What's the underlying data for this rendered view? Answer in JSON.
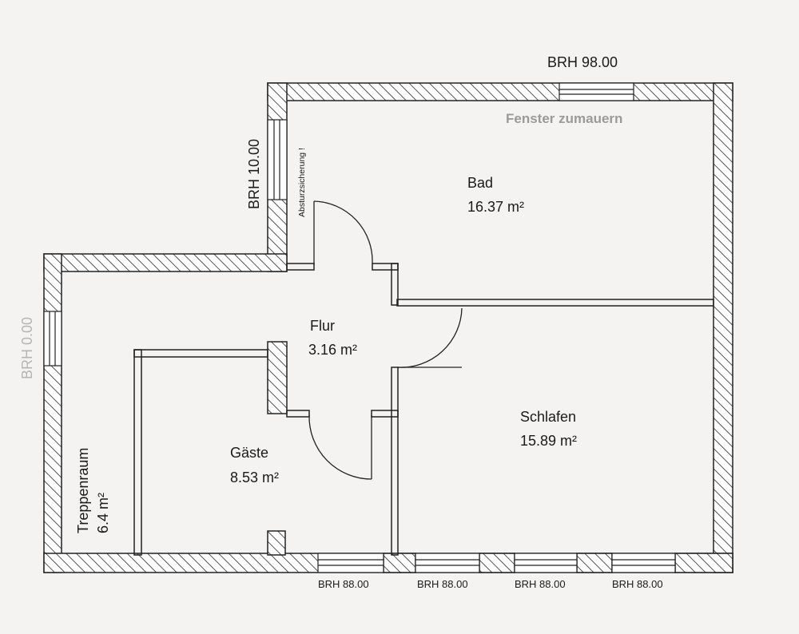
{
  "rooms": {
    "bad": {
      "name": "Bad",
      "area": "16.37 m²"
    },
    "flur": {
      "name": "Flur",
      "area": "3.16 m²"
    },
    "schlafen": {
      "name": "Schlafen",
      "area": "15.89 m²"
    },
    "gaeste": {
      "name": "Gäste",
      "area": "8.53 m²"
    },
    "treppenraum": {
      "name": "Treppenraum",
      "area": "6.4 m²"
    }
  },
  "annotations": {
    "brh_top": "BRH 98.00",
    "brh_left_upper": "BRH 10.00",
    "brh_left_lower": "BRH 0.00",
    "absturz": "Absturzsicherung !",
    "fenster": "Fenster zumauern",
    "brh_bottom": [
      "BRH 88.00",
      "BRH 88.00",
      "BRH 88.00",
      "BRH 88.00"
    ]
  },
  "colors": {
    "wall_line": "#222222",
    "hatch": "#2a2a2a",
    "background": "#f4f3f1"
  }
}
